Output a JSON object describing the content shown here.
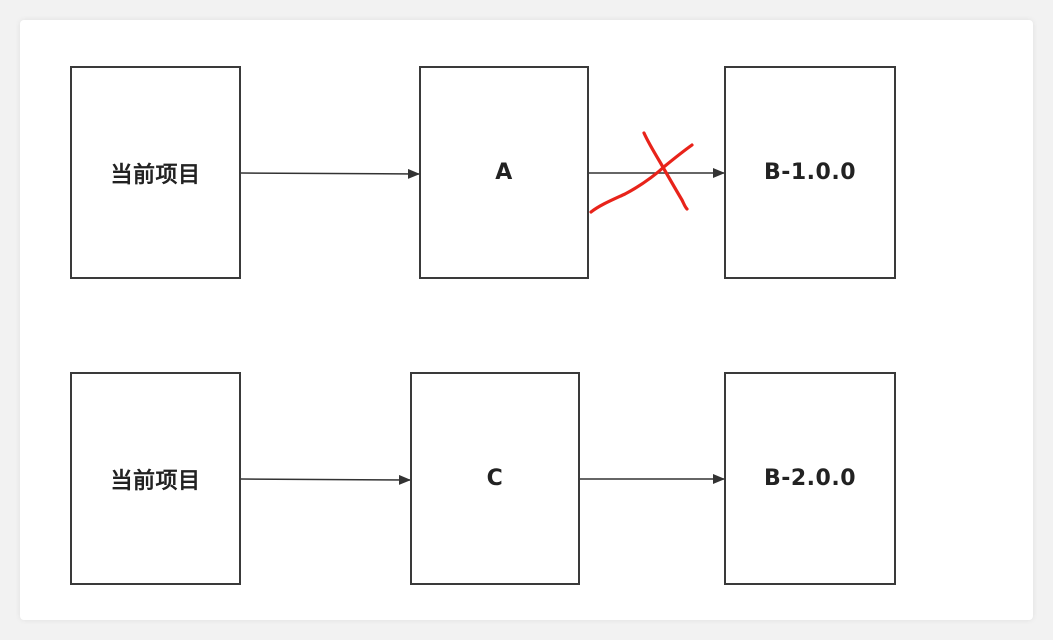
{
  "diagram": {
    "rows": [
      {
        "nodes": [
          {
            "id": "current-project-1",
            "label": "当前项目"
          },
          {
            "id": "a",
            "label": "A"
          },
          {
            "id": "b-1",
            "label": "B-1.0.0"
          }
        ],
        "edges": [
          {
            "from": "current-project-1",
            "to": "a",
            "crossed_out": false
          },
          {
            "from": "a",
            "to": "b-1",
            "crossed_out": true
          }
        ]
      },
      {
        "nodes": [
          {
            "id": "current-project-2",
            "label": "当前项目"
          },
          {
            "id": "c",
            "label": "C"
          },
          {
            "id": "b-2",
            "label": "B-2.0.0"
          }
        ],
        "edges": [
          {
            "from": "current-project-2",
            "to": "c",
            "crossed_out": false
          },
          {
            "from": "c",
            "to": "b-2",
            "crossed_out": false
          }
        ]
      }
    ]
  },
  "colors": {
    "border": "#3a3a3a",
    "arrow": "#333333",
    "cross_mark": "#e8231a",
    "text": "#222222"
  }
}
